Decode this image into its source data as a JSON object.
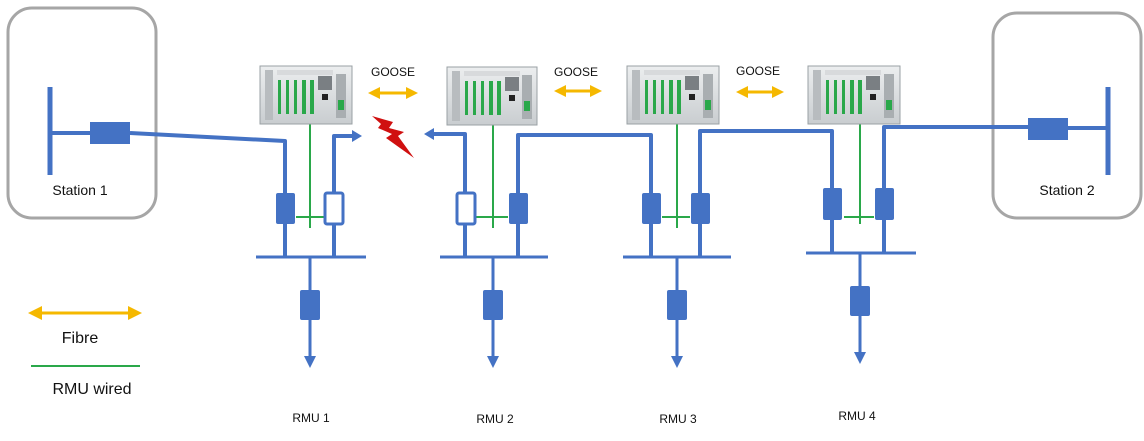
{
  "stations": [
    {
      "label": "Station 1"
    },
    {
      "label": "Station 2"
    }
  ],
  "goose_labels": [
    "GOOSE",
    "GOOSE",
    "GOOSE"
  ],
  "rmus": [
    {
      "label": "RMU 1"
    },
    {
      "label": "RMU 2"
    },
    {
      "label": "RMU 3"
    },
    {
      "label": "RMU 4"
    }
  ],
  "legend": {
    "fibre_label": "Fibre",
    "wired_label": "RMU wired"
  },
  "colors": {
    "line": "#4472c4",
    "breaker_fill": "#4472c4",
    "fibre": "#f5b800",
    "wired": "#2aa84a",
    "fault": "#d01010",
    "station_border": "#a6a6a6"
  },
  "icons": {
    "relay": "relay-device-icon",
    "fault": "lightning-fault-icon",
    "arrow": "double-arrow-icon"
  }
}
